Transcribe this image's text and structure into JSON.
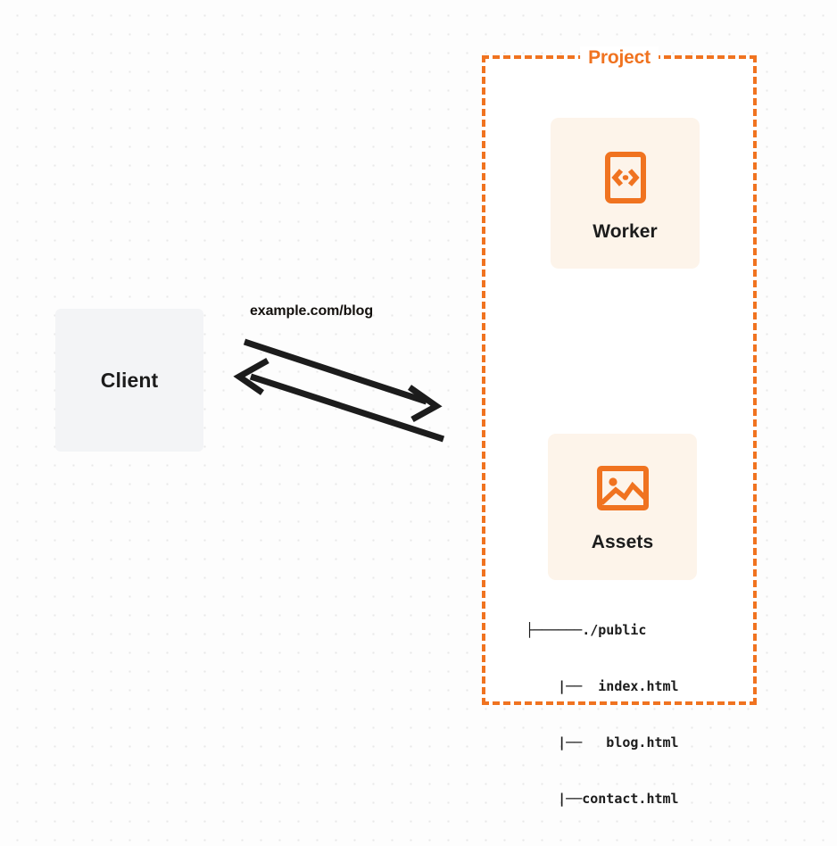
{
  "diagram": {
    "title": "Cloudflare Worker with static assets routing diagram",
    "colors": {
      "accent_orange": "#f07320",
      "card_background": "#fdf4ea",
      "client_background": "#f3f4f6",
      "text_dark": "#1c1c1c",
      "canvas_background": "#fdfdfd",
      "dot_grid": "#e8e8e8"
    }
  },
  "client": {
    "label": "Client",
    "icon": "client-box-icon"
  },
  "connection": {
    "url_label": "example.com/blog",
    "request_arrow": {
      "name": "request-arrow",
      "direction": "right",
      "from": "Client",
      "to": "Project"
    },
    "response_arrow": {
      "name": "response-arrow",
      "direction": "left",
      "from": "Project",
      "to": "Client"
    }
  },
  "project": {
    "title": "Project",
    "nodes": [
      {
        "id": "worker",
        "label": "Worker",
        "icon": "code-document-icon"
      },
      {
        "id": "assets",
        "label": "Assets",
        "icon": "image-picture-icon"
      }
    ]
  },
  "file_tree": {
    "rows": [
      {
        "branch": "├──────",
        "name": "./public"
      },
      {
        "branch": "    |──",
        "name": "  index.html"
      },
      {
        "branch": "    |──",
        "name": "   blog.html"
      },
      {
        "branch": "    |──",
        "name": "contact.html"
      }
    ]
  }
}
